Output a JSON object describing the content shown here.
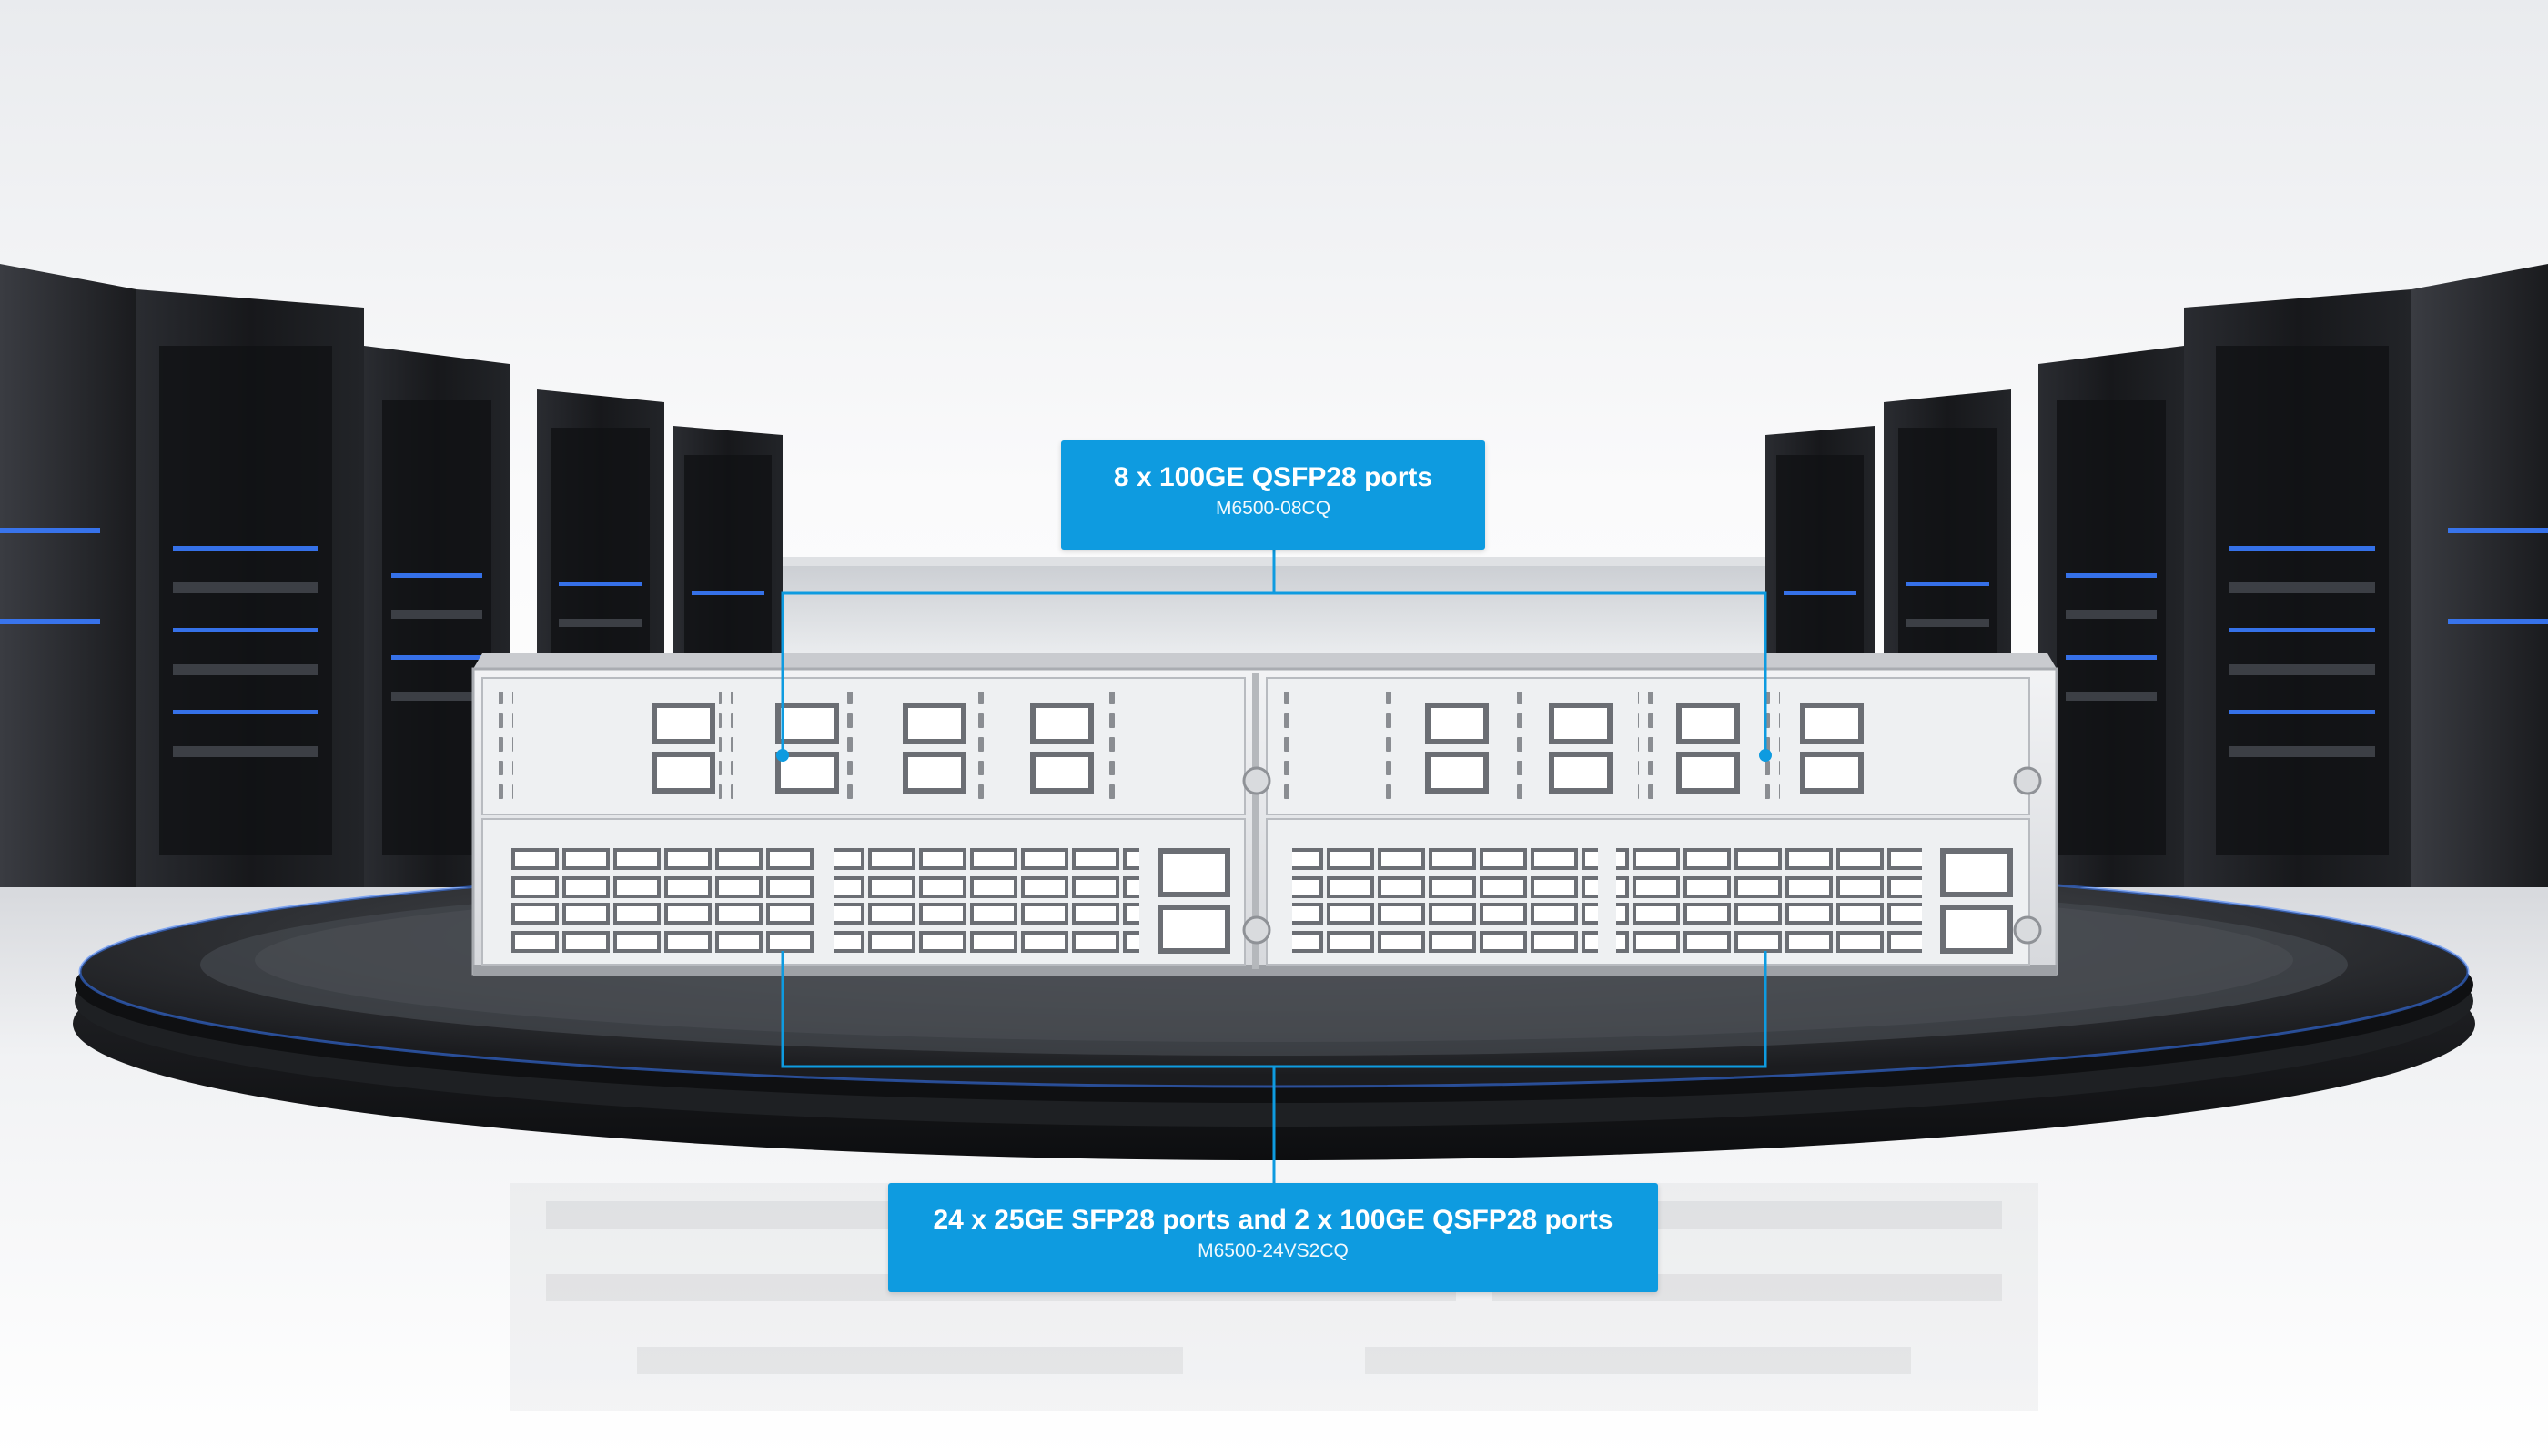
{
  "callouts": {
    "top": {
      "title": "8 x 100GE QSFP28 ports",
      "subtitle": "M6500-08CQ"
    },
    "bottom": {
      "title": "24 x 25GE SFP28 ports and 2 x 100GE QSFP28 ports",
      "subtitle": "M6500-24VS2CQ"
    }
  },
  "colors": {
    "accent": "#0e9be0",
    "callout_text": "#ffffff",
    "chassis": "#e9eaec",
    "rack": "#1c1e22",
    "rack_led": "#3a7bff"
  },
  "icons": {
    "port_callout_dot": "blue-dot"
  }
}
